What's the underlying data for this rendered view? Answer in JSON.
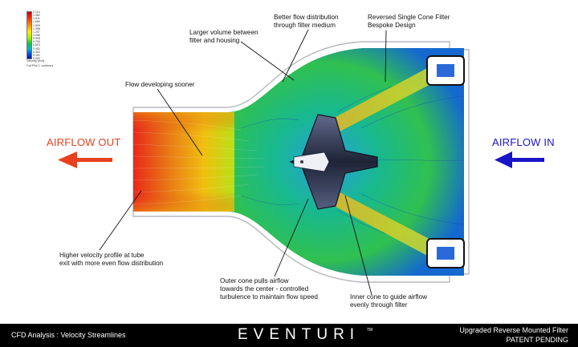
{
  "legend": {
    "ticks": [
      "2.114",
      "1.962",
      "1.811",
      "1.660",
      "1.509",
      "1.358",
      "1.207",
      "1.056",
      "0.905",
      "0.754",
      "0.603",
      "0.452",
      "0.302",
      "0.151",
      "0.000"
    ],
    "quantity": "Velocity [m/s]",
    "caption": "Cut Plot 1: contours"
  },
  "annotations": {
    "larger_volume": "Larger volume between\nfilter and housing",
    "better_flow": "Better flow distribution\nthrough filter medium",
    "reversed_filter": "Reversed Single Cone Filter\nBespoke Design",
    "flow_developing": "Flow developing sooner",
    "higher_velocity": "Higher velocity profile at tube\nexit with more even flow distribution",
    "outer_cone": "Outer cone pulls airflow\ntowards the center - controlled\nturbulence to maintain flow speed",
    "inner_cone": "Inner cone to guide airflow\nevenly through filter"
  },
  "airflow": {
    "out_label": "AIRFLOW OUT",
    "in_label": "AIRFLOW IN",
    "out_color": "#e8401c",
    "in_color": "#1a14c8"
  },
  "footer": {
    "left": "CFD Analysis : Velocity Streamlines",
    "brand": "EVENTURI",
    "tm": "TM",
    "right_line1": "Upgraded Reverse Mounted Filter",
    "right_line2": "PATENT PENDING"
  }
}
